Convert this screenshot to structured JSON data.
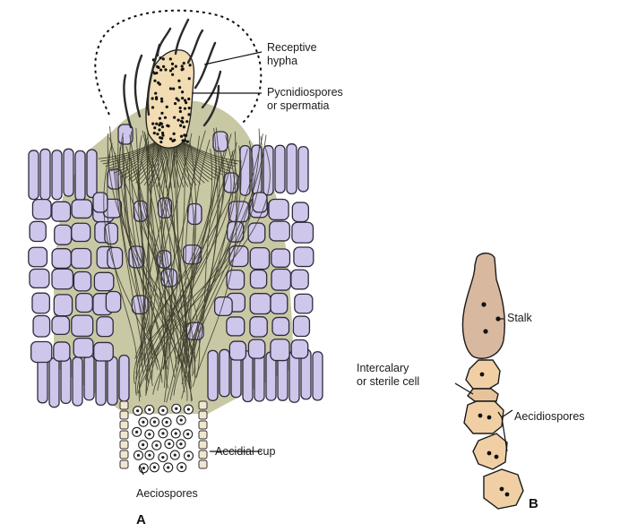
{
  "figure": {
    "panel_a": {
      "letter": "A",
      "labels": {
        "receptive_hypha_1": "Receptive",
        "receptive_hypha_2": "hypha",
        "pycnidiospores_1": "Pycnidiospores",
        "pycnidiospores_2": "or spermatia",
        "aecidial_cup": "Aecidial cup",
        "aeciospores": "Aeciospores"
      }
    },
    "panel_b": {
      "letter": "B",
      "labels": {
        "stalk": "Stalk",
        "intercalary_1": "Intercalary",
        "intercalary_2": "or sterile cell",
        "aecidiospores": "Aecidiospores"
      }
    }
  },
  "colors": {
    "host_cell": "#cfc6ec",
    "cell_outline": "#2e2a3a",
    "hyphae_tissue": "#c9c8a4",
    "spore_chain": "#f1cfa4",
    "stalk": "#d9b8a0"
  }
}
